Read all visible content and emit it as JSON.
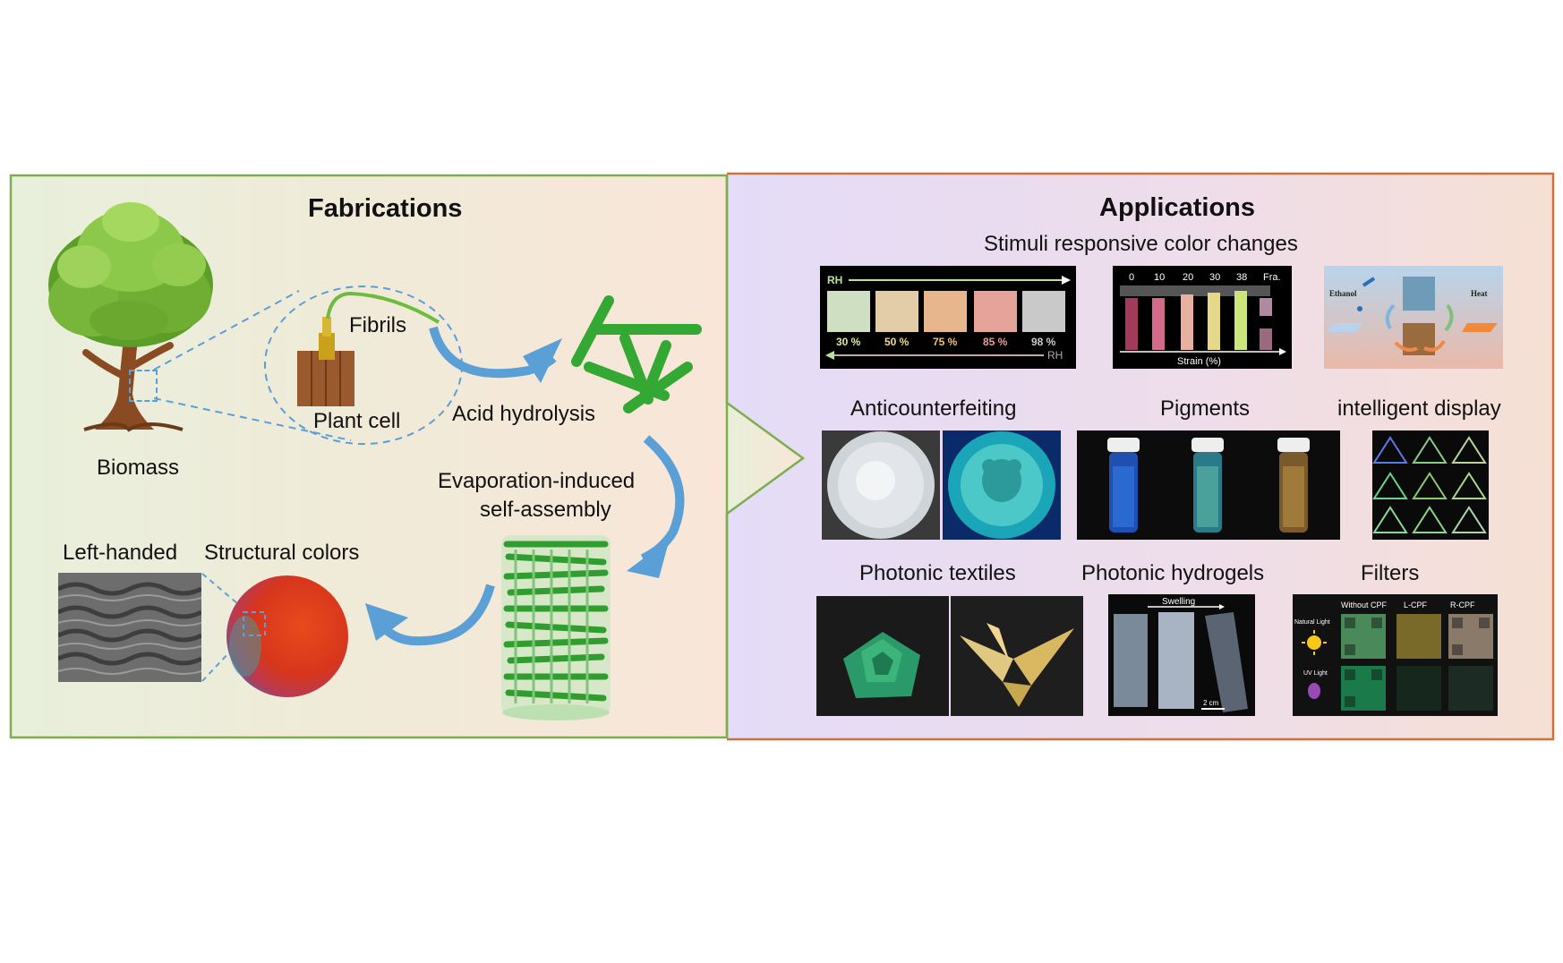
{
  "fabrications": {
    "title": "Fabrications",
    "labels": {
      "biomass": "Biomass",
      "fibrils": "Fibrils",
      "plant_cell": "Plant cell",
      "acid_hydrolysis": "Acid hydrolysis",
      "evaporation_line1": "Evaporation-induced",
      "evaporation_line2": "self-assembly",
      "left_handed": "Left-handed",
      "structural_colors": "Structural colors"
    }
  },
  "applications": {
    "title": "Applications",
    "stimuli_title": "Stimuli responsive color changes",
    "rh_panel": {
      "axis_label": "RH",
      "values": [
        "30 %",
        "50 %",
        "75 %",
        "85 %",
        "98 %"
      ],
      "bottom_label": "RH"
    },
    "strain_panel": {
      "ticks": [
        "0",
        "10",
        "20",
        "30",
        "38",
        "Fra."
      ],
      "axis_label": "Strain (%)"
    },
    "ethanol_panel": {
      "left": "Ethanol",
      "right": "Heat"
    },
    "anticounterfeiting": "Anticounterfeiting",
    "pigments": "Pigments",
    "intelligent_display": "intelligent display",
    "photonic_textiles": "Photonic textiles",
    "photonic_hydrogels": "Photonic hydrogels",
    "hydrogel_panel": {
      "top": "Swelling",
      "scale": "2 cm"
    },
    "filters": "Filters",
    "filters_panel": {
      "columns": [
        "Without CPF",
        "L-CPF",
        "R-CPF"
      ],
      "rows": [
        "Natural Light",
        "UV Light"
      ]
    }
  },
  "colors": {
    "fab_border": "#7cae4e",
    "app_border": "#d1703a",
    "arrow": "#5a9fd6",
    "rod": "#3cb43c"
  }
}
